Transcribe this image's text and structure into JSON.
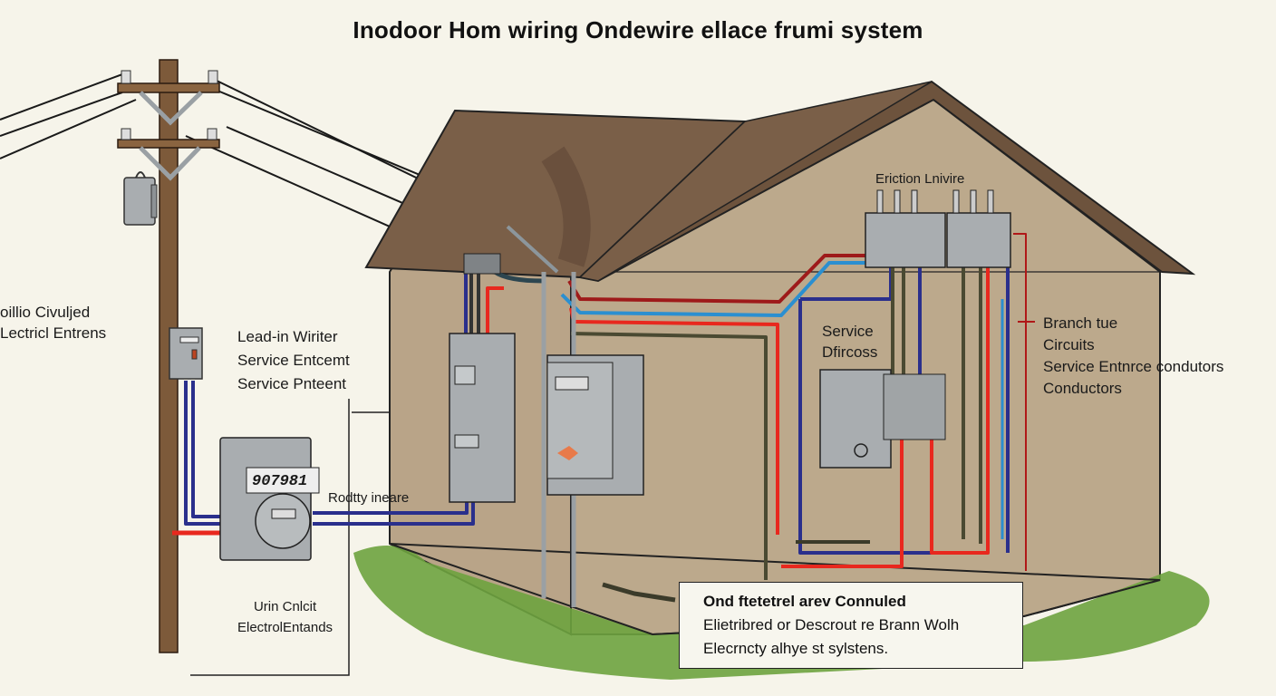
{
  "title": "Inodoor Hom wiring Ondewire ellace frumi system",
  "labels": {
    "left_callout": [
      "oillio Civuljed",
      "Lectricl Entrens"
    ],
    "lead_in": [
      "Lead-in Wiriter",
      "Service Entcemt",
      "Service Pnteent"
    ],
    "meter_reading": "907981",
    "meter_feed": "Rodtty ineare",
    "bottom_left": [
      "Urin Cnlcit",
      "ElectrolEntands"
    ],
    "gable_label": "Eriction Lnivire",
    "service_panel": [
      "Service",
      "Dfircoss"
    ],
    "branch": [
      "Branch tue",
      "Circuits",
      "Service Entnrce condutors",
      "Conductors"
    ],
    "note": [
      "Ond ftetetrel arev Connuled",
      "Elietribred or Descrout re Brann Wolh",
      "Elecrncty alhye st sylstens."
    ]
  },
  "colors": {
    "background": "#f6f4ea",
    "wall": "#b9a488",
    "roof": "#7a5f48",
    "pole": "#7d5a3a",
    "wire_red": "#e8281e",
    "wire_darkred": "#9e1a1a",
    "wire_blue": "#2a2f8c",
    "wire_lightblue": "#2b8fd0",
    "wire_olive": "#4a4a32",
    "grass": "#6ea33f",
    "metal": "#a9adb0"
  }
}
